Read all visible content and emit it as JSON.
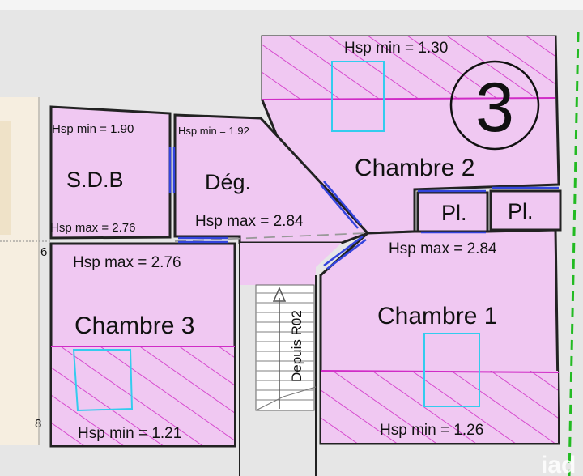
{
  "plan": {
    "level_badge": "3",
    "stair_label": "Depuis R02",
    "margin_numbers": [
      "6",
      "8"
    ],
    "watermark": "iad",
    "colors": {
      "room_fill": "#f0c8f2",
      "hatch": "#d02cc6",
      "wall": "#222222",
      "window": "#3344dd",
      "skylight": "#33ccee",
      "floor_bg": "#e6e6e6",
      "boundary": "#22bb22"
    },
    "rooms": {
      "chambre2": {
        "name": "Chambre 2",
        "hsp_min": "Hsp min =  1.30"
      },
      "sdb": {
        "name": "S.D.B",
        "hsp_min": "Hsp min =  1.90",
        "hsp_max": "Hsp max =  2.76"
      },
      "deg": {
        "name": "Dég.",
        "hsp_min": "Hsp min =  1.92",
        "hsp_max": "Hsp max =  2.84"
      },
      "placard1": {
        "name": "Pl."
      },
      "placard2": {
        "name": "Pl."
      },
      "chambre3": {
        "name": "Chambre 3",
        "hsp_max": "Hsp max =  2.76",
        "hsp_min": "Hsp min =  1.21"
      },
      "chambre1": {
        "name": "Chambre 1",
        "hsp_max": "Hsp max = 2.84",
        "hsp_min": "Hsp min =  1.26"
      }
    }
  }
}
